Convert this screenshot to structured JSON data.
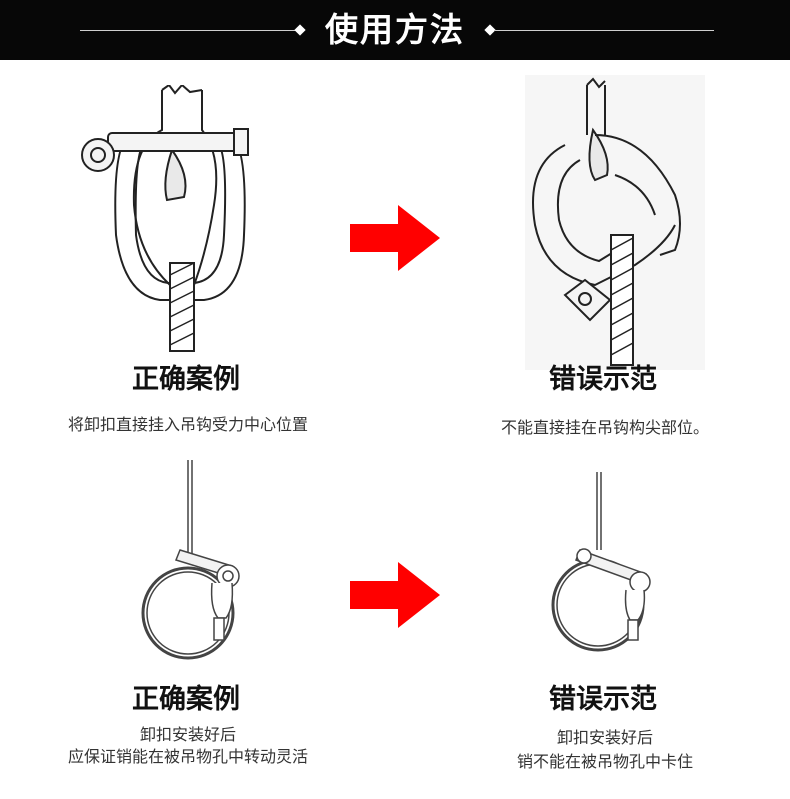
{
  "header": {
    "title": "使用方法"
  },
  "sections": [
    {
      "correct": {
        "title": "正确案例",
        "lines": [
          "将卸扣直接挂入吊钩受力中心位置"
        ]
      },
      "wrong": {
        "title": "错误示范",
        "lines": [
          "不能直接挂在吊钩构尖部位。"
        ]
      }
    },
    {
      "correct": {
        "title": "正确案例",
        "lines": [
          "卸扣安装好后",
          "应保证销能在被吊物孔中转动灵活"
        ]
      },
      "wrong": {
        "title": "错误示范",
        "lines": [
          "卸扣安装好后",
          "销不能在被吊物孔中卡住"
        ]
      }
    }
  ],
  "colors": {
    "header_bg": "#070707",
    "arrow": "#ff0000",
    "line_art": "#222222"
  },
  "icons": {
    "arrow": "right-arrow-icon",
    "shackle": "shackle-illustration",
    "ring": "ring-shackle-illustration"
  }
}
